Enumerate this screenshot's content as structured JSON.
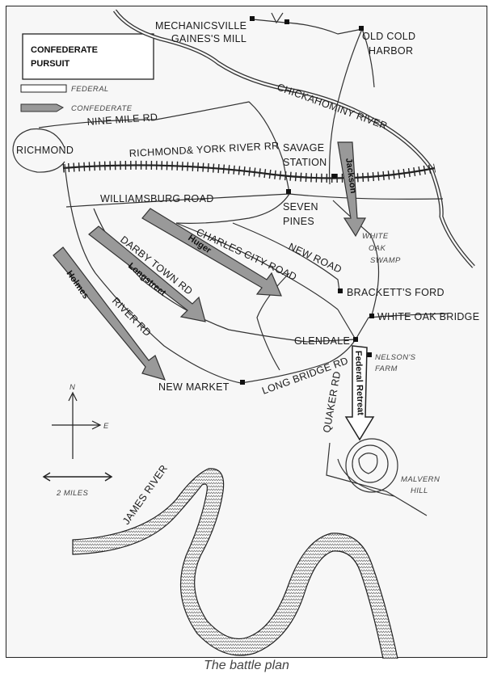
{
  "legend": {
    "title_line1": "CONFEDERATE",
    "title_line2": "PURSUIT",
    "federal": "FEDERAL",
    "confederate": "CONFEDERATE"
  },
  "places": {
    "mechanicsville": "MECHANICSVILLE",
    "gaines_mill": "GAINES'S MILL",
    "old_cold_line1": "OLD COLD",
    "old_cold_line2": "HARBOR",
    "richmond": "RICHMOND",
    "savage_line1": "SAVAGE",
    "savage_line2": "STATION",
    "seven_line1": "SEVEN",
    "seven_line2": "PINES",
    "bracketts": "BRACKETT'S FORD",
    "white_oak_bridge": "WHITE OAK BRIDGE",
    "glendale": "GLENDALE",
    "nelsons_line1": "NELSON'S",
    "nelsons_line2": "FARM",
    "new_market": "NEW MARKET",
    "malvern_line1": "MALVERN",
    "malvern_line2": "HILL",
    "swamp_line1": "WHITE",
    "swamp_line2": "OAK",
    "swamp_line3": "SWAMP"
  },
  "routes": {
    "chickahominy": "CHICKAHOMINY RIVER",
    "nine_mile": "NINE MILE RD",
    "railroad": "RICHMOND& YORK RIVER RR",
    "williamsburg": "WILLIAMSBURG ROAD",
    "charles_city": "CHARLES CITY ROAD",
    "new_road": "NEW ROAD",
    "darby_town": "DARBY TOWN RD",
    "river_rd": "RIVER RD",
    "long_bridge": "LONG BRIDGE RD",
    "quaker": "QUAKER RD",
    "james": "JAMES RIVER"
  },
  "units": {
    "jackson": "Jackson",
    "huger": "Huger",
    "longstreet": "Longstreet",
    "holmes": "Holmes",
    "federal_retreat": "Federal Retreat"
  },
  "compass": {
    "north": "N",
    "east": "E"
  },
  "scale": "2 MILES",
  "caption": "The battle plan",
  "colors": {
    "confederate_fill": "#999999",
    "federal_fill": "#ffffff",
    "ink": "#222222"
  }
}
